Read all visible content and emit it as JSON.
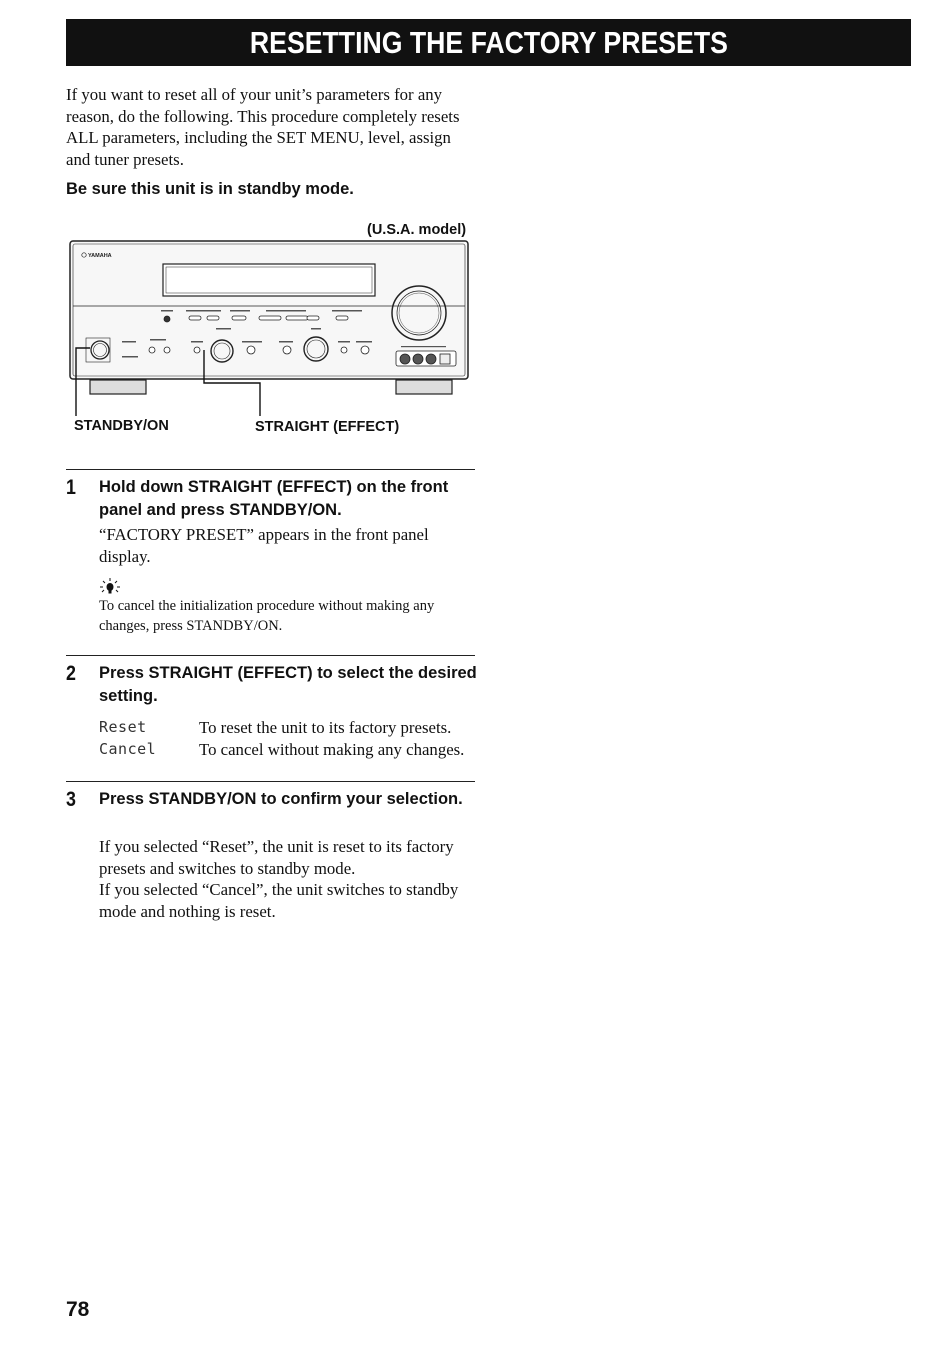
{
  "header": {
    "title": "RESETTING THE FACTORY PRESETS"
  },
  "intro": "If you want to reset all of your unit’s parameters for any reason, do the following. This procedure completely resets ALL parameters, including the SET MENU, level, assign and tuner presets.",
  "standby_note": "Be sure this unit is in standby mode.",
  "diagram": {
    "model_label": "(U.S.A. model)",
    "brand": "YAMAHA",
    "callout_standby": "STANDBY/ON",
    "callout_straight": "STRAIGHT (EFFECT)"
  },
  "steps": [
    {
      "number": "1",
      "heading": "Hold down STRAIGHT (EFFECT) on the front panel and press STANDBY/ON.",
      "body": "“FACTORY PRESET” appears in the front panel display.",
      "tip_icon": "tip-lightbulb-icon",
      "tip": "To cancel the initialization procedure without making any changes, press STANDBY/ON."
    },
    {
      "number": "2",
      "heading": "Press STRAIGHT (EFFECT) to select the desired setting.",
      "options": [
        {
          "key": "Reset",
          "desc": "To reset the unit to its factory presets."
        },
        {
          "key": "Cancel",
          "desc": "To cancel without making any changes."
        }
      ]
    },
    {
      "number": "3",
      "heading": "Press STANDBY/ON to confirm your selection.",
      "body_1": "If you selected “Reset”, the unit is reset to its factory presets and switches to standby mode.",
      "body_2": "If you selected “Cancel”, the unit switches to standby mode and nothing is reset."
    }
  ],
  "footer": {
    "page_number": "78"
  }
}
